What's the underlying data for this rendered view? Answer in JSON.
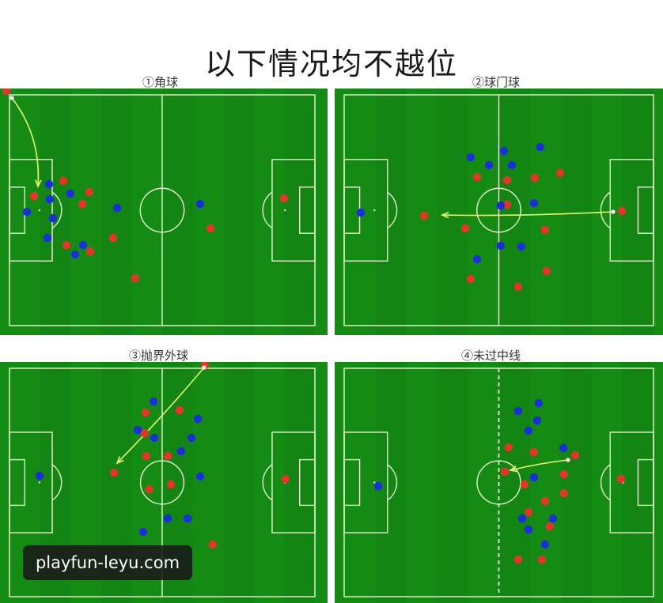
{
  "title": "以下情况均不越位",
  "watermark": "playfun-leyu.com",
  "colors": {
    "pitch": "#148c14",
    "pitch_dark": "#0f780f",
    "lines": "#e8f5d0",
    "team_red": "#e8322a",
    "team_blue": "#1a2ee0",
    "pass_arrow": "#e6ff70"
  },
  "panels": [
    {
      "caption": "①角球",
      "scenario": "corner kick"
    },
    {
      "caption": "②球门球",
      "scenario": "goal kick"
    },
    {
      "caption": "③抛界外球",
      "scenario": "throw-in"
    },
    {
      "caption": "④未过中线",
      "scenario": "not past halfway line"
    }
  ]
}
